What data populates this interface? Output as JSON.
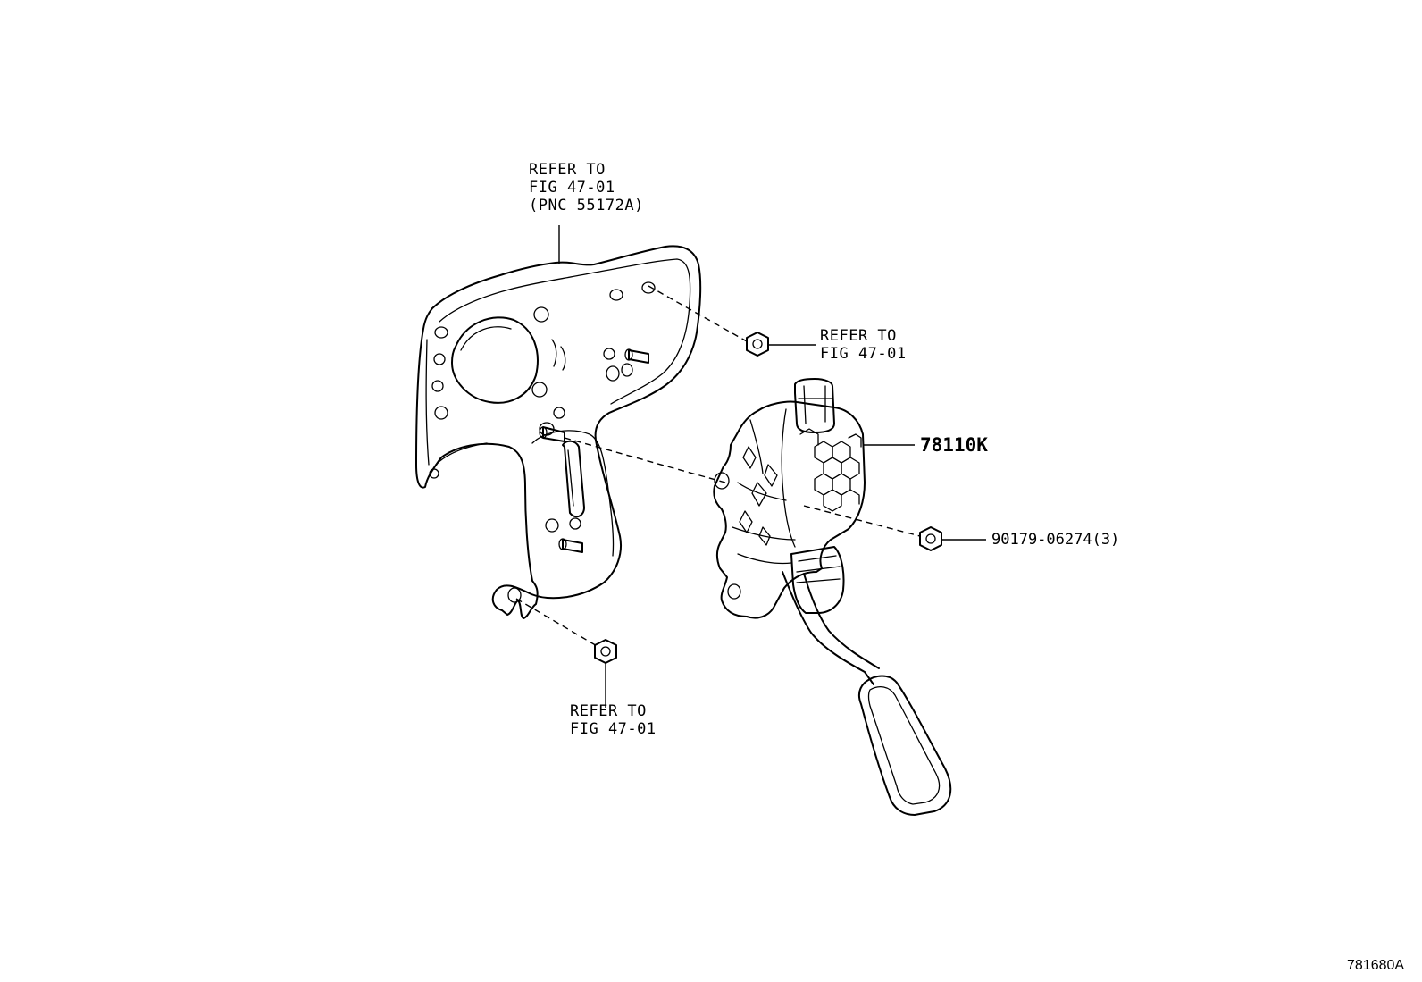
{
  "callouts": {
    "bracket_ref": [
      "REFER TO",
      "FIG 47-01",
      "(PNC 55172A)"
    ],
    "upper_nut_ref": [
      "REFER TO",
      "FIG 47-01"
    ],
    "lower_nut_ref": [
      "REFER TO",
      "FIG 47-01"
    ],
    "pedal_part_number": "78110K",
    "nut_part_number": "90179-06274(3)"
  },
  "figure_id": "781680A"
}
